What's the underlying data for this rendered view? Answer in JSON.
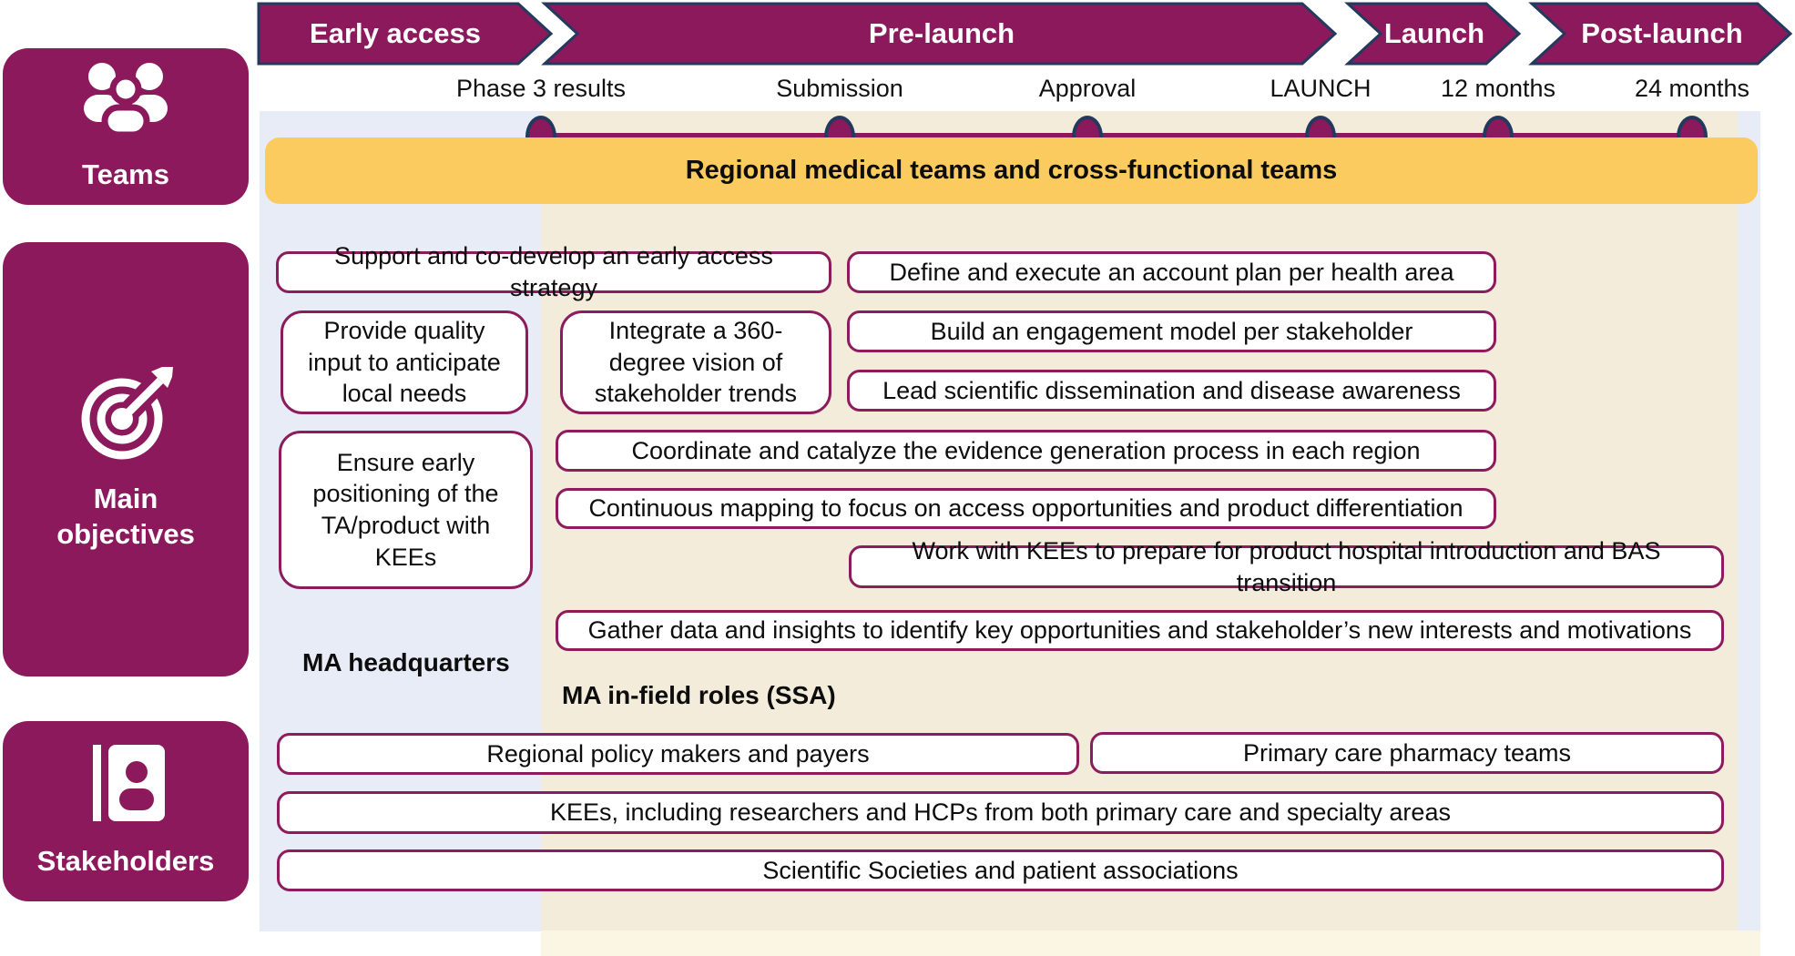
{
  "phases": [
    {
      "label": "Early access"
    },
    {
      "label": "Pre-launch"
    },
    {
      "label": "Launch"
    },
    {
      "label": "Post-launch"
    }
  ],
  "milestones": [
    "Phase 3 results",
    "Submission",
    "Approval",
    "LAUNCH",
    "12 months",
    "24 months"
  ],
  "banner": {
    "teams_row": "Regional medical teams and cross-functional teams"
  },
  "sidebar": {
    "teams": "Teams",
    "main_objectives": "Main objectives",
    "stakeholders": "Stakeholders"
  },
  "objectives": {
    "support": "Support and co-develop an early access strategy",
    "define": "Define and execute an account plan per health area",
    "provide": "Provide quality input to anticipate local needs",
    "integrate": "Integrate a 360-degree vision of stakeholder trends",
    "build": "Build an engagement model per stakeholder",
    "lead": "Lead scientific dissemination and disease awareness",
    "coordinate": "Coordinate and catalyze the evidence generation process in each region",
    "continuous": "Continuous mapping to focus on access opportunities and product differentiation",
    "ensure": "Ensure early positioning of the TA/product with KEEs",
    "work": "Work with KEEs to prepare for product hospital introduction and BAS transition",
    "gather": "Gather data and insights to identify key opportunities and stakeholder’s new interests and motivations"
  },
  "group_labels": {
    "ma_headquarters": "MA headquarters",
    "ma_infield": "MA in-field roles (SSA)"
  },
  "stakeholders": [
    "Regional policy makers and payers",
    "Primary care pharmacy teams",
    "KEEs, including researchers and HCPs from both primary care and specialty areas",
    "Scientific Societies and patient associations"
  ],
  "colors": {
    "magenta": "#8b195b",
    "navy_border": "#223a5e",
    "yellow": "#fbcb5f",
    "light_blue": "#e8ecf6",
    "beige": "#f3ecda",
    "beige_light": "#fbf5e3",
    "box_border": "#8c1c5c"
  }
}
